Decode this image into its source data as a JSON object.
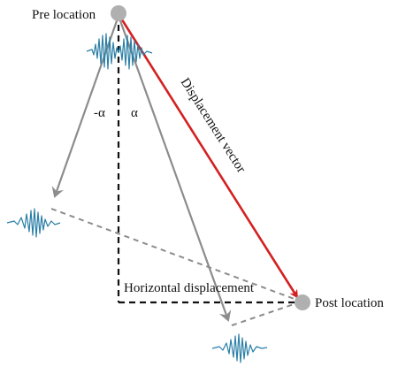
{
  "labels": {
    "pre_location": "Pre location",
    "post_location": "Post location",
    "displacement_vector": "Displacement vector",
    "horizontal_displacement": "Horizontal displacement",
    "alpha_left": "-α",
    "alpha_right": "α"
  },
  "colors": {
    "displacement_arrow": "#d42020",
    "beam_arrows": "#8c8c8c",
    "dashed_lines": "#111111",
    "dotted_gray_lines": "#8c8c8c",
    "location_markers": "#b0b0b0",
    "waveforms": "#2a7fa6"
  },
  "icons": {
    "pre_marker": "gray-circle",
    "post_marker": "gray-circle",
    "waveform": "seismic-wavelet"
  }
}
